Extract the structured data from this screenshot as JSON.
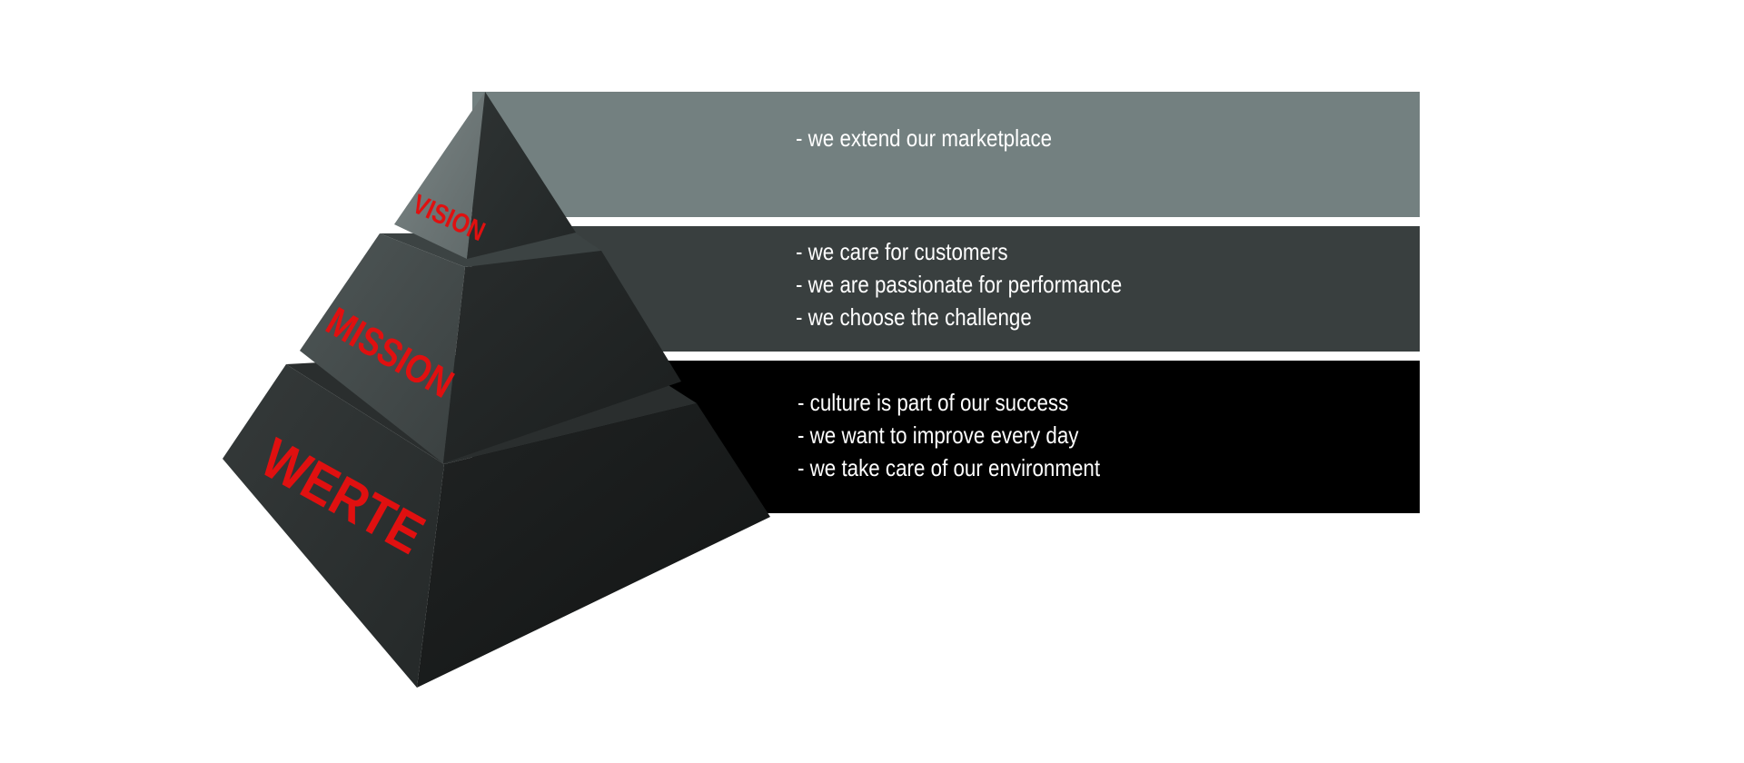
{
  "tiers": {
    "vision": {
      "label": "VISION",
      "points": [
        "- we extend our marketplace"
      ],
      "band_color": "#738080"
    },
    "mission": {
      "label": "MISSION",
      "points": [
        "- we care for customers",
        "- we are passionate for performance",
        "- we choose the challenge"
      ],
      "band_color": "#393f3f"
    },
    "werte": {
      "label": "WERTE",
      "points": [
        "- culture is part of our success",
        "- we want to improve every day",
        "- we take care of our environment"
      ],
      "band_color": "#000000"
    }
  },
  "colors": {
    "label_red": "#e01010",
    "text": "#ffffff"
  }
}
